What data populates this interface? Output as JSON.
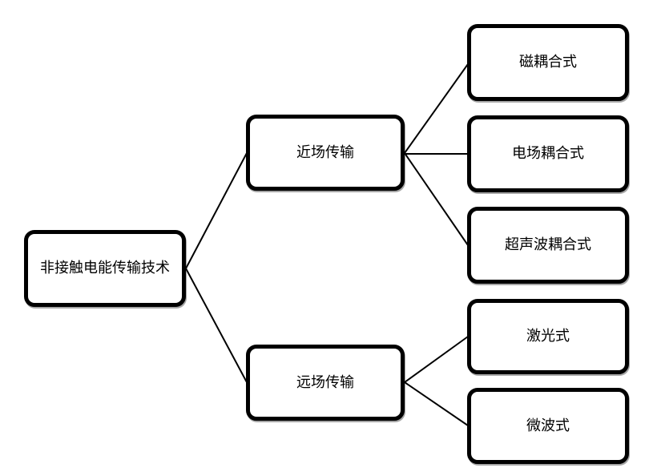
{
  "diagram": {
    "root": {
      "label": "非接触电能传输技术"
    },
    "branches": [
      {
        "label": "近场传输",
        "children": [
          {
            "label": "磁耦合式"
          },
          {
            "label": "电场耦合式"
          },
          {
            "label": "超声波耦合式"
          }
        ]
      },
      {
        "label": "远场传输",
        "children": [
          {
            "label": "激光式"
          },
          {
            "label": "微波式"
          }
        ]
      }
    ],
    "colors": {
      "background": "#ffffff",
      "box_border": "#000000",
      "connector": "#000000",
      "text": "#000000"
    }
  }
}
